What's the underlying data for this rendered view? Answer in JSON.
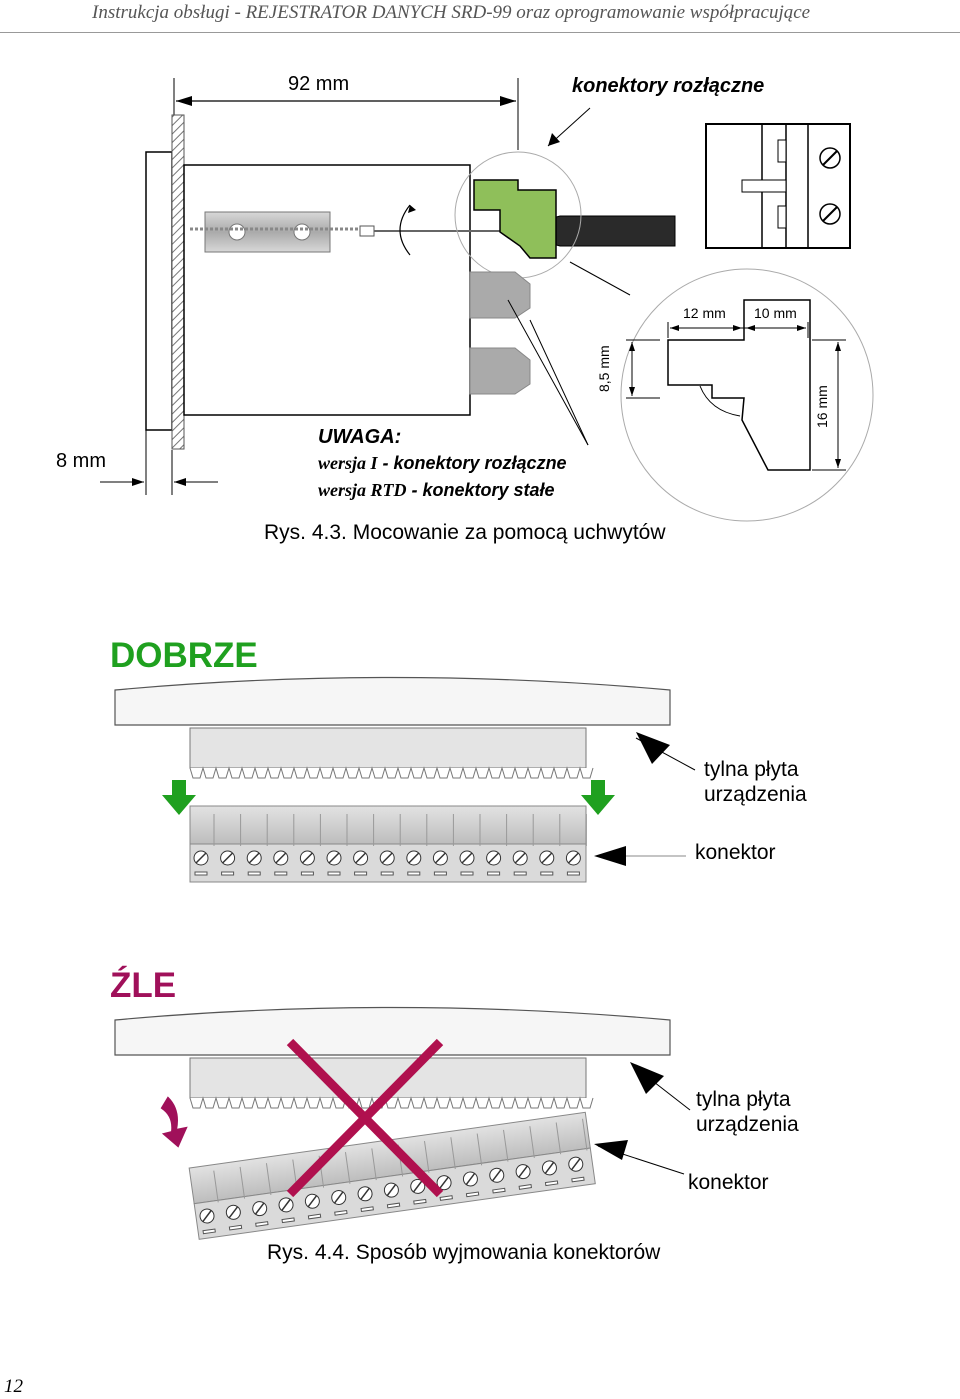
{
  "header": {
    "title": "Instrukcja obsługi - REJESTRATOR DANYCH SRD-99 oraz oprogramowanie współpracujące"
  },
  "fig43": {
    "dim_width": "92 mm",
    "connectors_label": "konektory rozłączne",
    "dim_12": "12 mm",
    "dim_10": "10 mm",
    "dim_85": "8,5 mm",
    "dim_16": "16 mm",
    "dim_8": "8 mm",
    "note_title": "UWAGA:",
    "note_line1_version": "wersja I",
    "note_line1_text": " - konektory rozłączne",
    "note_line2_version": "wersja RTD",
    "note_line2_text": " - konektory stałe",
    "caption": "Rys. 4.3. Mocowanie za pomocą uchwytów"
  },
  "fig44": {
    "good_label": "DOBRZE",
    "bad_label": "ŹLE",
    "rear_plate_line1": "tylna płyta",
    "rear_plate_line2": "urządzenia",
    "connector_label": "konektor",
    "caption": "Rys. 4.4. Sposób wyjmowania konektorów"
  },
  "colors": {
    "good": "#1fa01f",
    "bad": "#a0105a",
    "connector_green": "#8fbf5a",
    "cross": "#b0104e"
  },
  "page_number": "12"
}
